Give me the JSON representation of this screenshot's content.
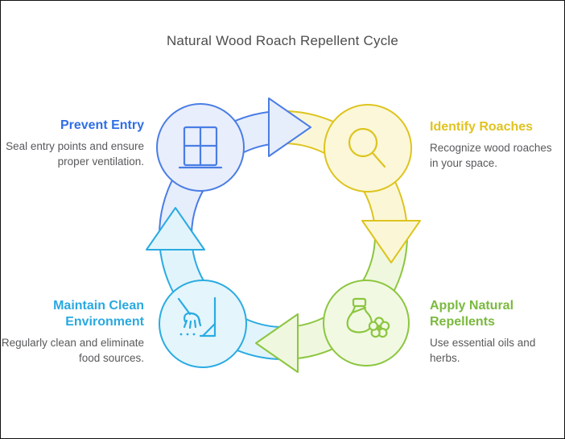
{
  "title": "Natural Wood Roach Repellent Cycle",
  "steps": [
    {
      "id": "prevent-entry",
      "label": "Prevent Entry",
      "description": "Seal entry points and ensure proper ventilation.",
      "accent_color": "#2f6fe3",
      "node_fill": "#e8eefb",
      "node_border": "#4a7de5",
      "icon": "window-icon",
      "position": "top-left"
    },
    {
      "id": "identify-roaches",
      "label": "Identify Roaches",
      "description": "Recognize wood roaches in your space.",
      "accent_color": "#e0c320",
      "node_fill": "#fbf7d8",
      "node_border": "#ddc41e",
      "icon": "magnifier-icon",
      "position": "top-right"
    },
    {
      "id": "apply-natural-repellents",
      "label": "Apply Natural Repellents",
      "description": "Use essential oils and herbs.",
      "accent_color": "#7bb93e",
      "node_fill": "#f1f9e3",
      "node_border": "#8cc63f",
      "icon": "oil-bottle-flower-icon",
      "position": "bottom-right"
    },
    {
      "id": "maintain-clean-environment",
      "label": "Maintain Clean Environment",
      "description": "Regularly clean and eliminate food sources.",
      "accent_color": "#29a9e0",
      "node_fill": "#e4f5fc",
      "node_border": "#2aabe2",
      "icon": "broom-icon",
      "position": "bottom-left"
    }
  ],
  "flow": {
    "type": "clockwise-cycle",
    "order": [
      "prevent-entry",
      "identify-roaches",
      "apply-natural-repellents",
      "maintain-clean-environment"
    ]
  },
  "text_color": "#58595b",
  "title_color": "#4d4d4d"
}
